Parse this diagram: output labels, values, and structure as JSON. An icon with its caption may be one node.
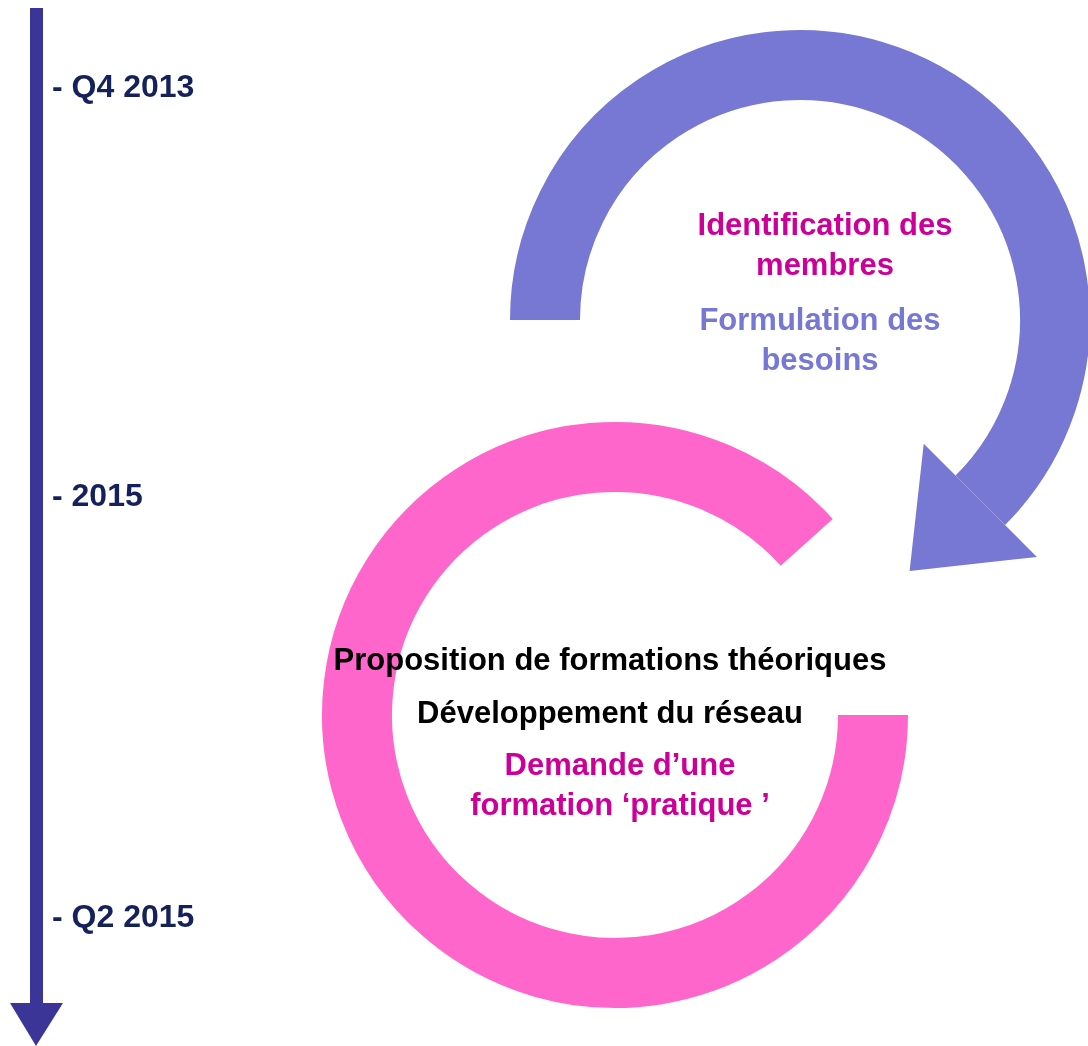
{
  "diagram": {
    "nodes": [
      {
        "text": [
          "Identification des membres",
          "Formulation des besoins"
        ]
      },
      {
        "text": [
          "Proposition de formations théoriques",
          "Développement du réseau",
          "Demande d’une formation ‘pratique ’"
        ]
      }
    ],
    "labels": [
      "- Q4 2013",
      "- 2015",
      "- Q2 2015"
    ]
  }
}
